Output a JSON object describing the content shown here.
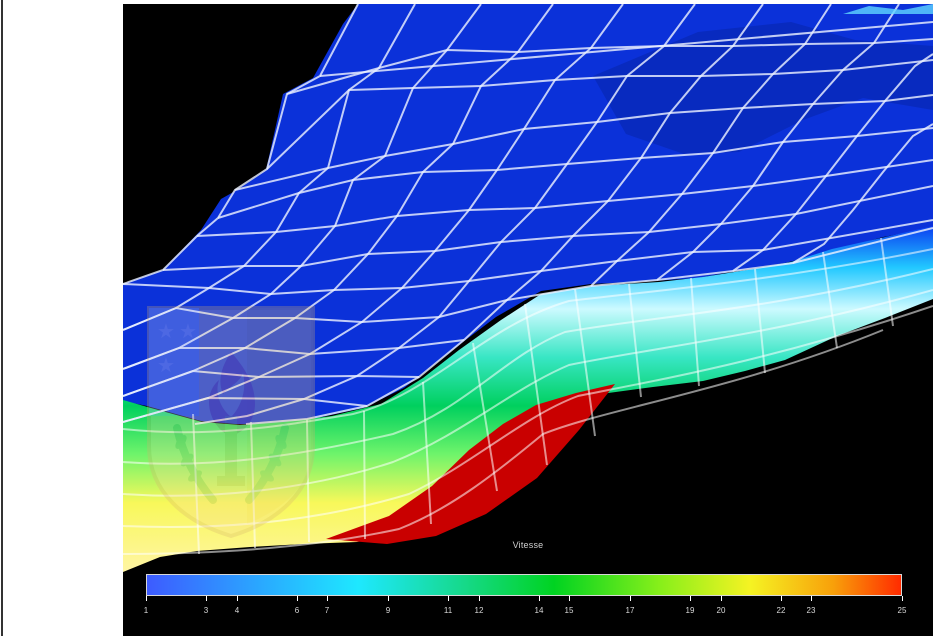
{
  "scene": {
    "variable_label": "Vitesse",
    "legend": {
      "ticks": [
        "1",
        "3",
        "4",
        "6",
        "7",
        "9",
        "11",
        "12",
        "14",
        "15",
        "17",
        "19",
        "20",
        "22",
        "23",
        "25"
      ],
      "tick_positions": [
        0.0,
        0.08,
        0.12,
        0.2,
        0.24,
        0.32,
        0.4,
        0.44,
        0.52,
        0.56,
        0.64,
        0.72,
        0.76,
        0.84,
        0.88,
        1.0
      ]
    }
  },
  "colors": {
    "background": "#000000",
    "mesh_blue": "#0a2fd8",
    "mesh_line": "#dfe7ff",
    "cyan": "#00e7ff",
    "green": "#18d84a",
    "yellow": "#f4f22a",
    "orange": "#f08a18",
    "red": "#c40000"
  },
  "icons": {
    "watermark": "university-crest-watermark-icon"
  }
}
